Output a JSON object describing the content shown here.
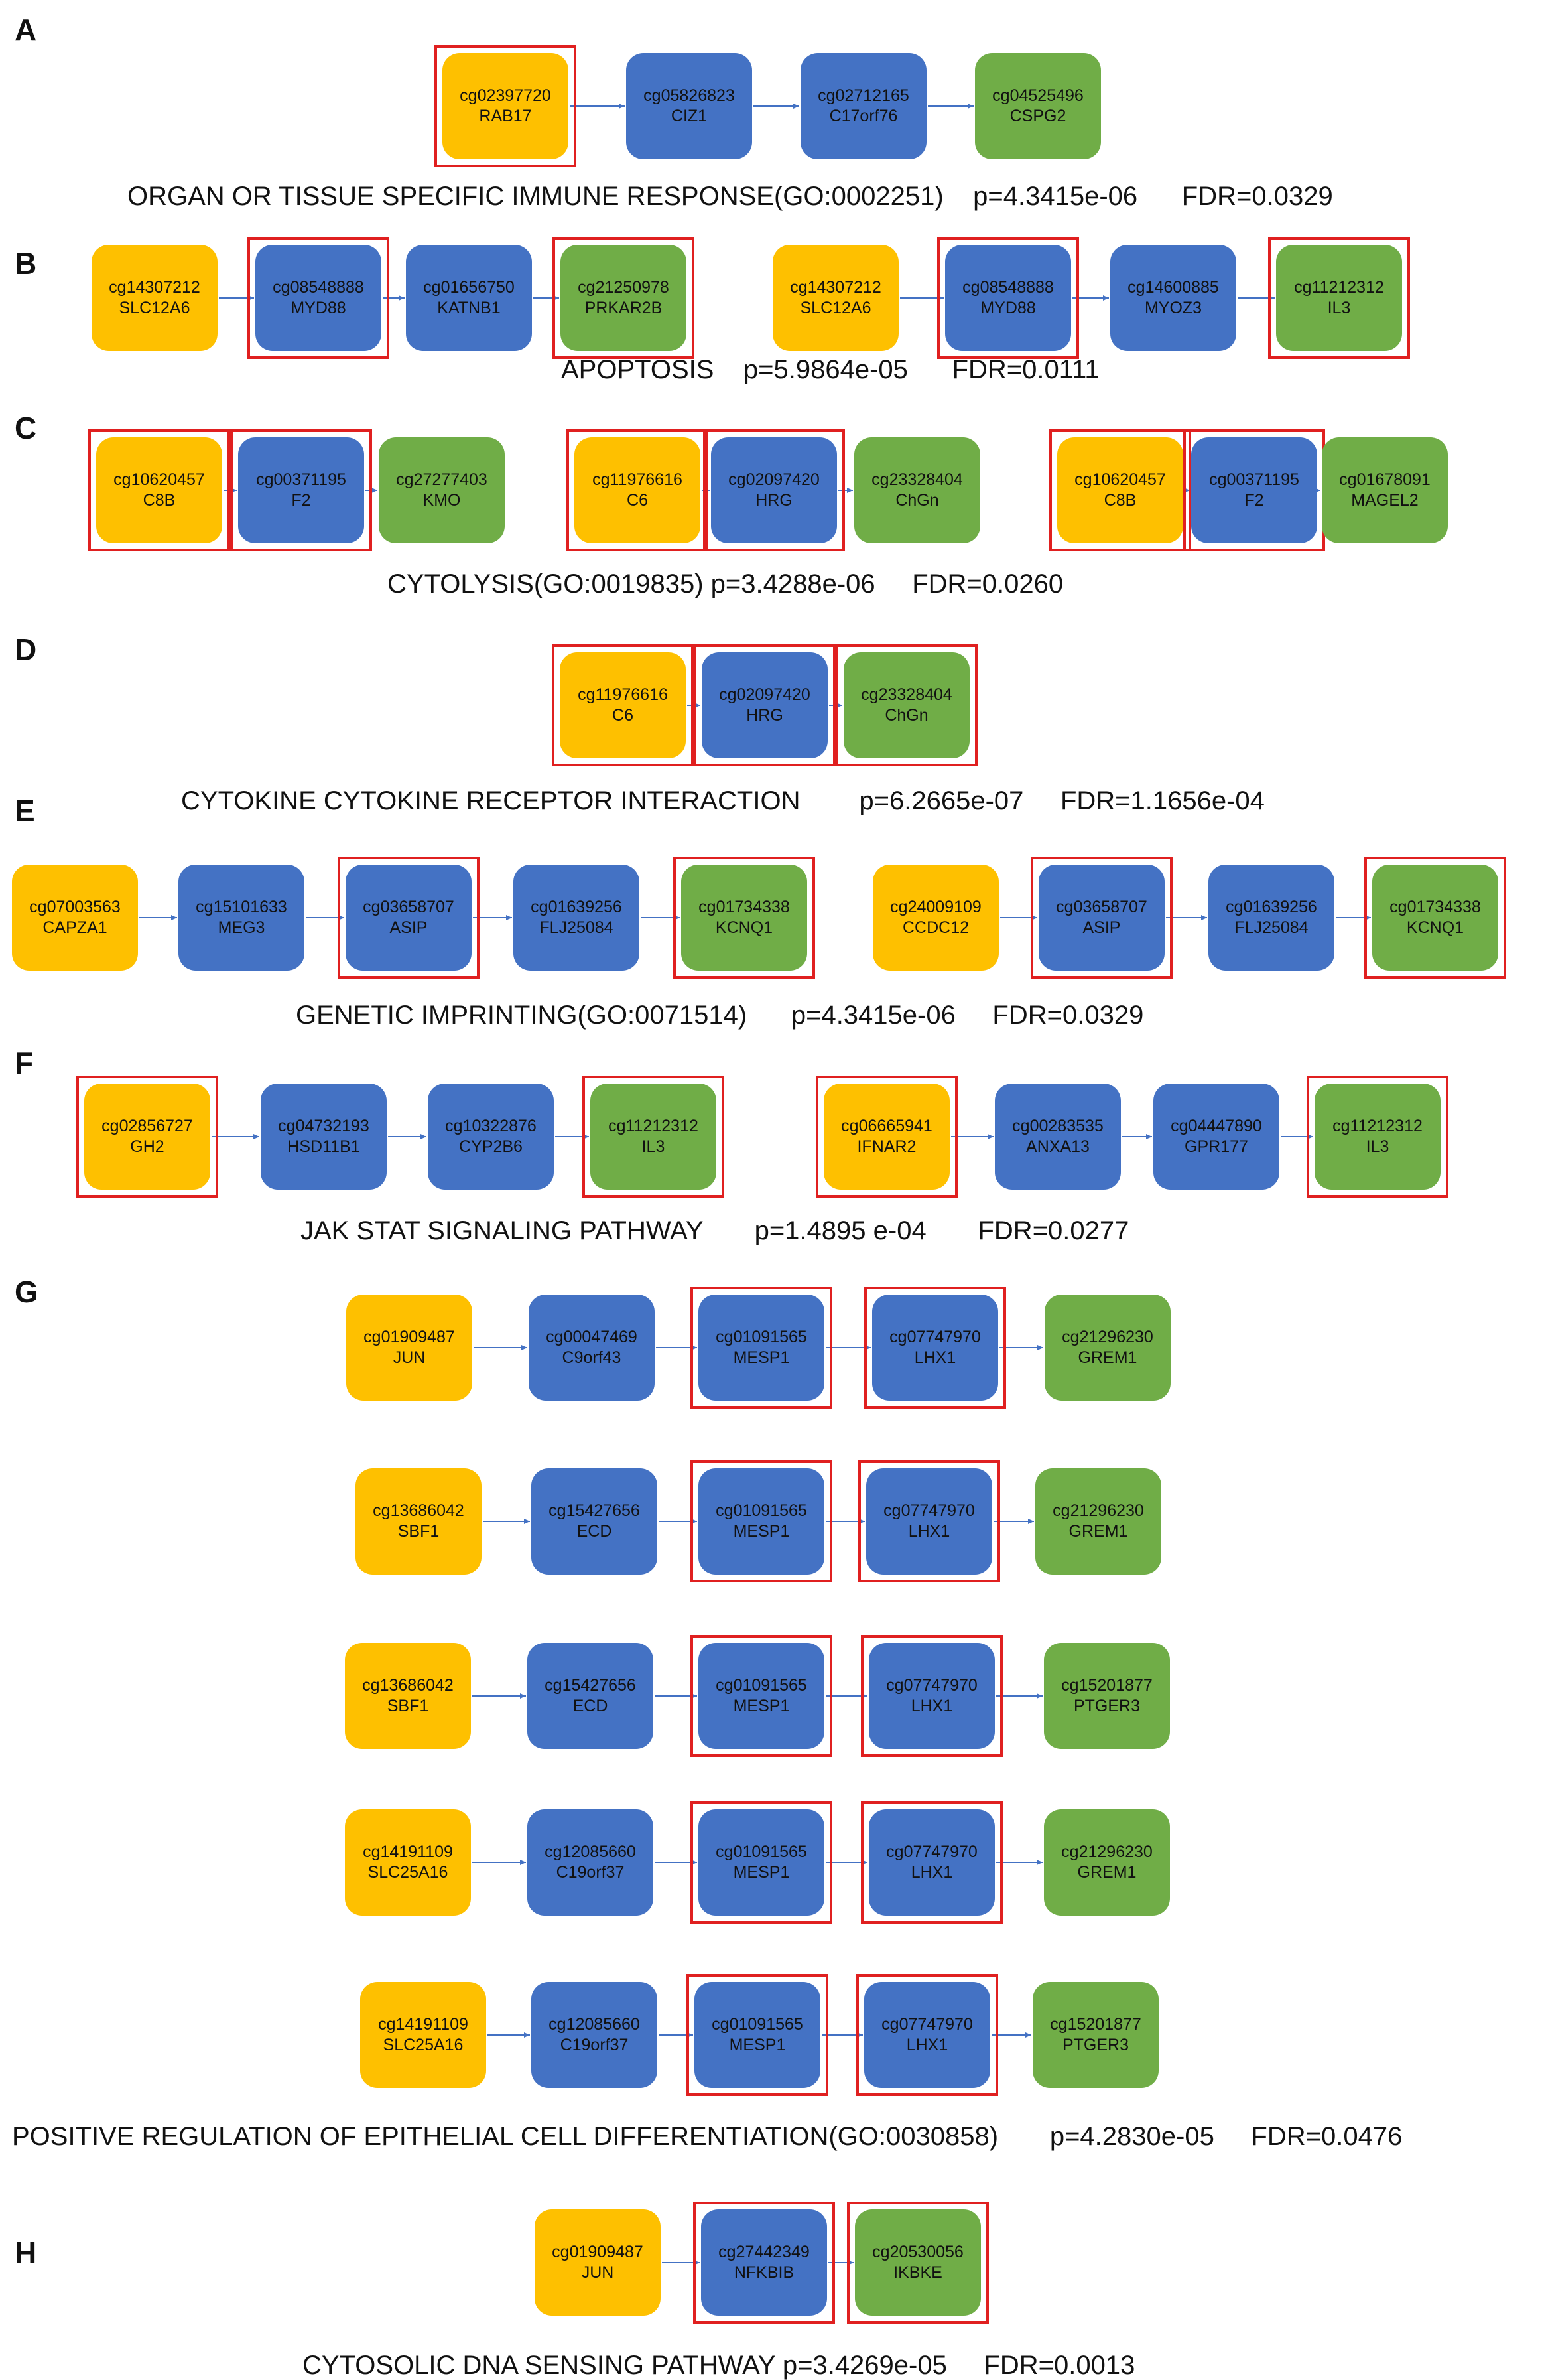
{
  "colors": {
    "source": "#fec000",
    "middle": "#4472c4",
    "target": "#70ad47",
    "highlight": "#e02020",
    "arrow": "#4472c4"
  },
  "panels": [
    {
      "label": "A",
      "caption": "ORGAN OR TISSUE SPECIFIC IMMUNE RESPONSE(GO:0002251)    p=4.3415e-06      FDR=0.0329",
      "chains": [
        [
          {
            "cg": "cg02397720",
            "gene": "RAB17",
            "color": "source",
            "highlight": true
          },
          {
            "cg": "cg05826823",
            "gene": "CIZ1",
            "color": "middle",
            "highlight": false
          },
          {
            "cg": "cg02712165",
            "gene": "C17orf76",
            "color": "middle",
            "highlight": false
          },
          {
            "cg": "cg04525496",
            "gene": "CSPG2",
            "color": "target",
            "highlight": false
          }
        ]
      ]
    },
    {
      "label": "B",
      "caption": "APOPTOSIS    p=5.9864e-05      FDR=0.0111",
      "chains": [
        [
          {
            "cg": "cg14307212",
            "gene": "SLC12A6",
            "color": "source",
            "highlight": false
          },
          {
            "cg": "cg08548888",
            "gene": "MYD88",
            "color": "middle",
            "highlight": true
          },
          {
            "cg": "cg01656750",
            "gene": "KATNB1",
            "color": "middle",
            "highlight": false
          },
          {
            "cg": "cg21250978",
            "gene": "PRKAR2B",
            "color": "target",
            "highlight": true
          }
        ],
        [
          {
            "cg": "cg14307212",
            "gene": "SLC12A6",
            "color": "source",
            "highlight": false
          },
          {
            "cg": "cg08548888",
            "gene": "MYD88",
            "color": "middle",
            "highlight": true
          },
          {
            "cg": "cg14600885",
            "gene": "MYOZ3",
            "color": "middle",
            "highlight": false
          },
          {
            "cg": "cg11212312",
            "gene": "IL3",
            "color": "target",
            "highlight": true
          }
        ]
      ]
    },
    {
      "label": "C",
      "caption": "CYTOLYSIS(GO:0019835) p=3.4288e-06     FDR=0.0260",
      "chains": [
        [
          {
            "cg": "cg10620457",
            "gene": "C8B",
            "color": "source",
            "highlight": true
          },
          {
            "cg": "cg00371195",
            "gene": "F2",
            "color": "middle",
            "highlight": true
          },
          {
            "cg": "cg27277403",
            "gene": "KMO",
            "color": "target",
            "highlight": false
          }
        ],
        [
          {
            "cg": "cg11976616",
            "gene": "C6",
            "color": "source",
            "highlight": true
          },
          {
            "cg": "cg02097420",
            "gene": "HRG",
            "color": "middle",
            "highlight": true
          },
          {
            "cg": "cg23328404",
            "gene": "ChGn",
            "color": "target",
            "highlight": false
          }
        ],
        [
          {
            "cg": "cg10620457",
            "gene": "C8B",
            "color": "source",
            "highlight": true
          },
          {
            "cg": "cg00371195",
            "gene": "F2",
            "color": "middle",
            "highlight": true
          },
          {
            "cg": "cg01678091",
            "gene": "MAGEL2",
            "color": "target",
            "highlight": false
          }
        ]
      ]
    },
    {
      "label": "D",
      "caption": "CYTOKINE CYTOKINE RECEPTOR INTERACTION        p=6.2665e-07     FDR=1.1656e-04",
      "chains": [
        [
          {
            "cg": "cg11976616",
            "gene": "C6",
            "color": "source",
            "highlight": true
          },
          {
            "cg": "cg02097420",
            "gene": "HRG",
            "color": "middle",
            "highlight": true
          },
          {
            "cg": "cg23328404",
            "gene": "ChGn",
            "color": "target",
            "highlight": true
          }
        ]
      ]
    },
    {
      "label": "E",
      "caption": "GENETIC IMPRINTING(GO:0071514)      p=4.3415e-06     FDR=0.0329",
      "chains": [
        [
          {
            "cg": "cg07003563",
            "gene": "CAPZA1",
            "color": "source",
            "highlight": false
          },
          {
            "cg": "cg15101633",
            "gene": "MEG3",
            "color": "middle",
            "highlight": false
          },
          {
            "cg": "cg03658707",
            "gene": "ASIP",
            "color": "middle",
            "highlight": true
          },
          {
            "cg": "cg01639256",
            "gene": "FLJ25084",
            "color": "middle",
            "highlight": false
          },
          {
            "cg": "cg01734338",
            "gene": "KCNQ1",
            "color": "target",
            "highlight": true
          }
        ],
        [
          {
            "cg": "cg24009109",
            "gene": "CCDC12",
            "color": "source",
            "highlight": false
          },
          {
            "cg": "cg03658707",
            "gene": "ASIP",
            "color": "middle",
            "highlight": true
          },
          {
            "cg": "cg01639256",
            "gene": "FLJ25084",
            "color": "middle",
            "highlight": false
          },
          {
            "cg": "cg01734338",
            "gene": "KCNQ1",
            "color": "target",
            "highlight": true
          }
        ]
      ]
    },
    {
      "label": "F",
      "caption": "JAK STAT SIGNALING PATHWAY       p=1.4895 e-04       FDR=0.0277",
      "chains": [
        [
          {
            "cg": "cg02856727",
            "gene": "GH2",
            "color": "source",
            "highlight": true
          },
          {
            "cg": "cg04732193",
            "gene": "HSD11B1",
            "color": "middle",
            "highlight": false
          },
          {
            "cg": "cg10322876",
            "gene": "CYP2B6",
            "color": "middle",
            "highlight": false
          },
          {
            "cg": "cg11212312",
            "gene": "IL3",
            "color": "target",
            "highlight": true
          }
        ],
        [
          {
            "cg": "cg06665941",
            "gene": "IFNAR2",
            "color": "source",
            "highlight": true
          },
          {
            "cg": "cg00283535",
            "gene": "ANXA13",
            "color": "middle",
            "highlight": false
          },
          {
            "cg": "cg04447890",
            "gene": "GPR177",
            "color": "middle",
            "highlight": false
          },
          {
            "cg": "cg11212312",
            "gene": "IL3",
            "color": "target",
            "highlight": true
          }
        ]
      ]
    },
    {
      "label": "G",
      "caption": "POSITIVE REGULATION OF EPITHELIAL CELL DIFFERENTIATION(GO:0030858)       p=4.2830e-05     FDR=0.0476",
      "chains": [
        [
          {
            "cg": "cg01909487",
            "gene": "JUN",
            "color": "source",
            "highlight": false
          },
          {
            "cg": "cg00047469",
            "gene": "C9orf43",
            "color": "middle",
            "highlight": false
          },
          {
            "cg": "cg01091565",
            "gene": "MESP1",
            "color": "middle",
            "highlight": true
          },
          {
            "cg": "cg07747970",
            "gene": "LHX1",
            "color": "middle",
            "highlight": true
          },
          {
            "cg": "cg21296230",
            "gene": "GREM1",
            "color": "target",
            "highlight": false
          }
        ],
        [
          {
            "cg": "cg13686042",
            "gene": "SBF1",
            "color": "source",
            "highlight": false
          },
          {
            "cg": "cg15427656",
            "gene": "ECD",
            "color": "middle",
            "highlight": false
          },
          {
            "cg": "cg01091565",
            "gene": "MESP1",
            "color": "middle",
            "highlight": true
          },
          {
            "cg": "cg07747970",
            "gene": "LHX1",
            "color": "middle",
            "highlight": true
          },
          {
            "cg": "cg21296230",
            "gene": "GREM1",
            "color": "target",
            "highlight": false
          }
        ],
        [
          {
            "cg": "cg13686042",
            "gene": "SBF1",
            "color": "source",
            "highlight": false
          },
          {
            "cg": "cg15427656",
            "gene": "ECD",
            "color": "middle",
            "highlight": false
          },
          {
            "cg": "cg01091565",
            "gene": "MESP1",
            "color": "middle",
            "highlight": true
          },
          {
            "cg": "cg07747970",
            "gene": "LHX1",
            "color": "middle",
            "highlight": true
          },
          {
            "cg": "cg15201877",
            "gene": "PTGER3",
            "color": "target",
            "highlight": false
          }
        ],
        [
          {
            "cg": "cg14191109",
            "gene": "SLC25A16",
            "color": "source",
            "highlight": false
          },
          {
            "cg": "cg12085660",
            "gene": "C19orf37",
            "color": "middle",
            "highlight": false
          },
          {
            "cg": "cg01091565",
            "gene": "MESP1",
            "color": "middle",
            "highlight": true
          },
          {
            "cg": "cg07747970",
            "gene": "LHX1",
            "color": "middle",
            "highlight": true
          },
          {
            "cg": "cg21296230",
            "gene": "GREM1",
            "color": "target",
            "highlight": false
          }
        ],
        [
          {
            "cg": "cg14191109",
            "gene": "SLC25A16",
            "color": "source",
            "highlight": false
          },
          {
            "cg": "cg12085660",
            "gene": "C19orf37",
            "color": "middle",
            "highlight": false
          },
          {
            "cg": "cg01091565",
            "gene": "MESP1",
            "color": "middle",
            "highlight": true
          },
          {
            "cg": "cg07747970",
            "gene": "LHX1",
            "color": "middle",
            "highlight": true
          },
          {
            "cg": "cg15201877",
            "gene": "PTGER3",
            "color": "target",
            "highlight": false
          }
        ]
      ]
    },
    {
      "label": "H",
      "caption": "CYTOSOLIC DNA SENSING PATHWAY p=3.4269e-05     FDR=0.0013",
      "chains": [
        [
          {
            "cg": "cg01909487",
            "gene": "JUN",
            "color": "source",
            "highlight": false
          },
          {
            "cg": "cg27442349",
            "gene": "NFKBIB",
            "color": "middle",
            "highlight": true
          },
          {
            "cg": "cg20530056",
            "gene": "IKBKE",
            "color": "target",
            "highlight": true
          }
        ]
      ]
    }
  ]
}
